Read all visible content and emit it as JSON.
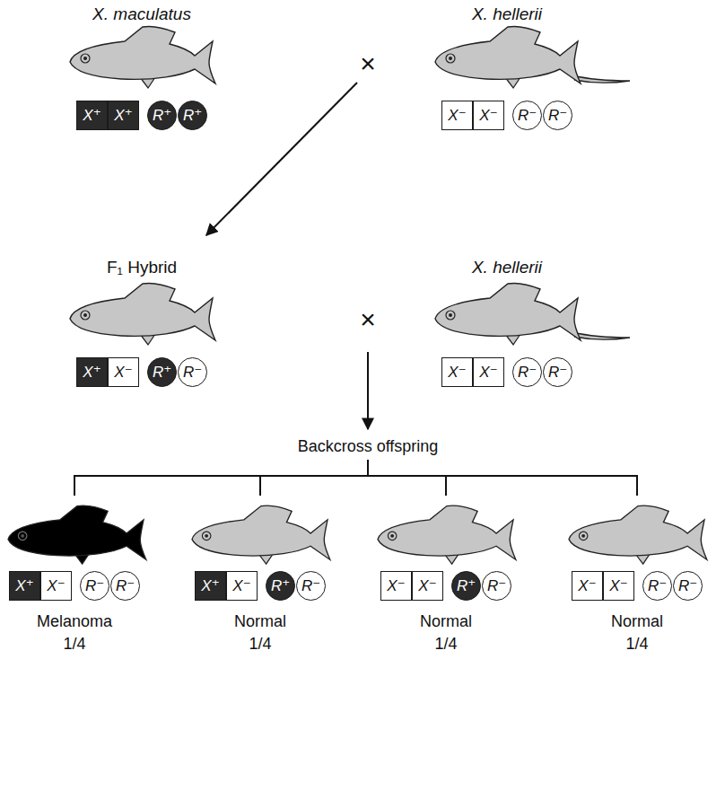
{
  "diagram": {
    "nodes": [
      {
        "text": [
          "X⁺"
        ]
      },
      {
        "text": [
          "X⁺"
        ]
      },
      {
        "text": [
          "R⁺"
        ]
      },
      {
        "text": [
          "R⁺"
        ]
      },
      {
        "text": [
          "X⁻"
        ]
      },
      {
        "text": [
          "X⁻"
        ]
      },
      {
        "text": [
          "R⁻"
        ]
      },
      {
        "text": [
          "R⁻"
        ]
      },
      {
        "text": [
          "X⁺"
        ]
      },
      {
        "text": [
          "X⁻"
        ]
      },
      {
        "text": [
          "R⁺"
        ]
      },
      {
        "text": [
          "R⁻"
        ]
      },
      {
        "text": [
          "X⁻"
        ]
      },
      {
        "text": [
          "X⁻"
        ]
      },
      {
        "text": [
          "R⁻"
        ]
      },
      {
        "text": [
          "R⁻"
        ]
      },
      {
        "text": [
          "X⁺"
        ]
      },
      {
        "text": [
          "X⁻"
        ]
      },
      {
        "text": [
          "R⁻"
        ]
      },
      {
        "text": [
          "R⁻"
        ]
      },
      {
        "text": [
          "X⁺"
        ]
      },
      {
        "text": [
          "X⁻"
        ]
      },
      {
        "text": [
          "R⁺"
        ]
      },
      {
        "text": [
          "R⁻"
        ]
      },
      {
        "text": [
          "X⁻"
        ]
      },
      {
        "text": [
          "X⁻"
        ]
      },
      {
        "text": [
          "R⁺"
        ]
      },
      {
        "text": [
          "R⁻"
        ]
      },
      {
        "text": [
          "X⁻"
        ]
      },
      {
        "text": [
          "X⁻"
        ]
      },
      {
        "text": [
          "R⁻"
        ]
      },
      {
        "text": [
          "R⁻"
        ]
      }
    ],
    "labels": [
      "X. maculatus",
      "X. hellerii",
      "×",
      "F₁ Hybrid",
      "X. hellerii",
      "×",
      "Backcross offspring",
      "Melanoma",
      "1/4",
      "Normal",
      "1/4",
      "Normal",
      "1/4",
      "Normal",
      "1/4"
    ]
  }
}
